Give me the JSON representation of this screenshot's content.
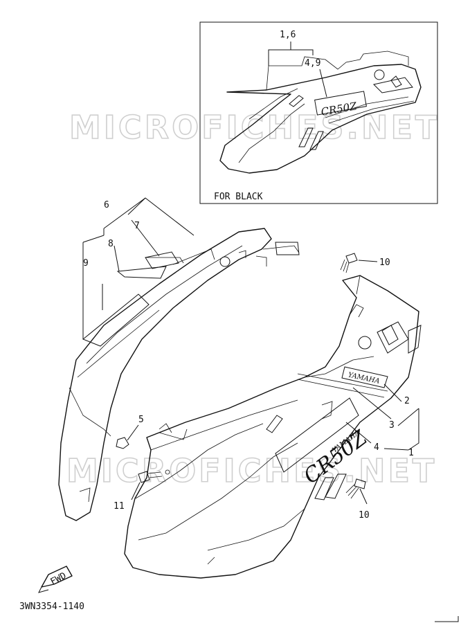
{
  "watermark": "MICROFICHES.NET",
  "inset": {
    "caption": "FOR BLACK",
    "labels": {
      "a": "1,6",
      "b": "4,9"
    },
    "decal": "CR50Z"
  },
  "callouts": {
    "c1": "1",
    "c2": "2",
    "c3": "3",
    "c4": "4",
    "c5": "5",
    "c6": "6",
    "c7": "7",
    "c8": "8",
    "c9": "9",
    "c10a": "10",
    "c10b": "10",
    "c11": "11"
  },
  "decals": {
    "brand_top": "YAMAHA",
    "brand_side": "YAMAHA",
    "model": "CR50Z"
  },
  "fwd_label": "FWD",
  "drawing_number": "3WN3354-1140"
}
